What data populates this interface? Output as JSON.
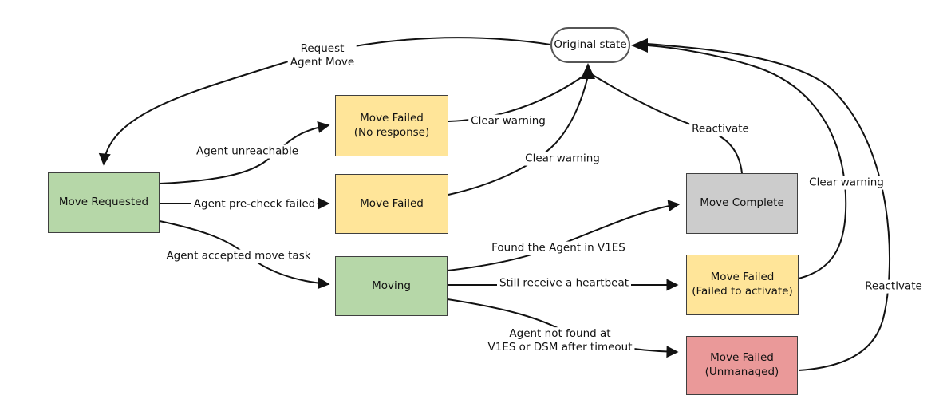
{
  "diagram": {
    "colors": {
      "green": "#b6d7a8",
      "yellow": "#ffe599",
      "red": "#ea9999",
      "gray": "#cccccc",
      "white": "#ffffff",
      "edge": "#121212"
    },
    "nodes": {
      "original_state": {
        "line1": "Original state"
      },
      "move_requested": {
        "line1": "Move Requested"
      },
      "move_failed_no_response": {
        "line1": "Move Failed",
        "line2": "(No response)"
      },
      "move_failed": {
        "line1": "Move Failed"
      },
      "moving": {
        "line1": "Moving"
      },
      "move_complete": {
        "line1": "Move Complete"
      },
      "move_failed_failed_to_activate": {
        "line1": "Move Failed",
        "line2": "(Failed to activate)"
      },
      "move_failed_unmanaged": {
        "line1": "Move Failed",
        "line2": "(Unmanaged)"
      }
    },
    "edges": {
      "request_agent_move": {
        "from": "Original state",
        "to": "Move Requested",
        "line1": "Request",
        "line2": "Agent Move"
      },
      "agent_unreachable": {
        "from": "Move Requested",
        "to": "Move Failed (No response)",
        "line1": "Agent unreachable"
      },
      "agent_pre_check_failed": {
        "from": "Move Requested",
        "to": "Move Failed",
        "line1": "Agent pre-check failed"
      },
      "agent_accepted_move_task": {
        "from": "Move Requested",
        "to": "Moving",
        "line1": "Agent accepted move task"
      },
      "clear_warning_no_response": {
        "from": "Move Failed (No response)",
        "to": "Original state",
        "line1": "Clear warning"
      },
      "clear_warning_move_failed": {
        "from": "Move Failed",
        "to": "Original state",
        "line1": "Clear warning"
      },
      "reactivate_move_complete": {
        "from": "Move Complete",
        "to": "Original state",
        "line1": "Reactivate"
      },
      "found_agent_v1es": {
        "from": "Moving",
        "to": "Move Complete",
        "line1": "Found the Agent in V1ES"
      },
      "still_receive_heartbeat": {
        "from": "Moving",
        "to": "Move Failed (Failed to activate)",
        "line1": "Still receive a heartbeat"
      },
      "agent_not_found": {
        "from": "Moving",
        "to": "Move Failed (Unmanaged)",
        "line1": "Agent not found at",
        "line2": "V1ES or DSM after timeout"
      },
      "clear_warning_failed_to_activate": {
        "from": "Move Failed (Failed to activate)",
        "to": "Original state",
        "line1": "Clear warning"
      },
      "reactivate_unmanaged": {
        "from": "Move Failed (Unmanaged)",
        "to": "Original state",
        "line1": "Reactivate"
      }
    }
  }
}
